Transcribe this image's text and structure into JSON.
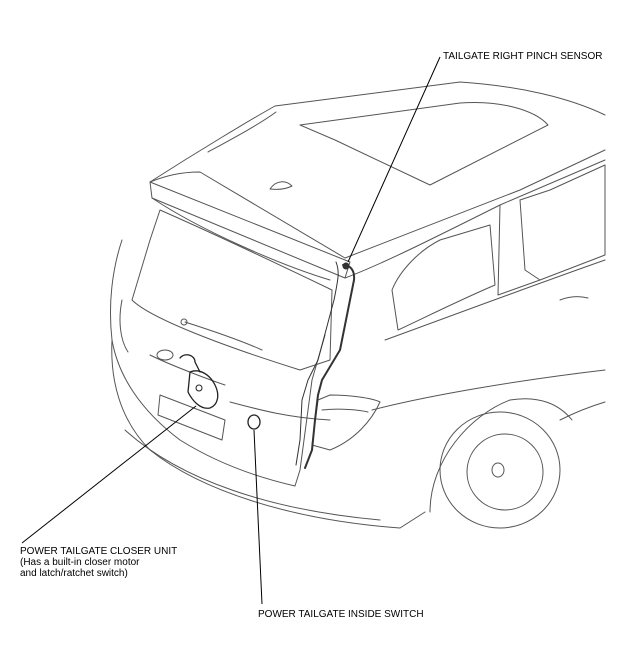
{
  "labels": {
    "pinch_sensor": "TAILGATE RIGHT PINCH SENSOR",
    "closer_unit": "POWER TAILGATE CLOSER UNIT",
    "closer_unit_note_1": "(Has a built-in closer motor",
    "closer_unit_note_2": "and latch/ratchet switch)",
    "inside_switch": "POWER TAILGATE INSIDE SWITCH"
  },
  "colors": {
    "line": "#555555",
    "leader": "#000000",
    "background": "#ffffff"
  }
}
